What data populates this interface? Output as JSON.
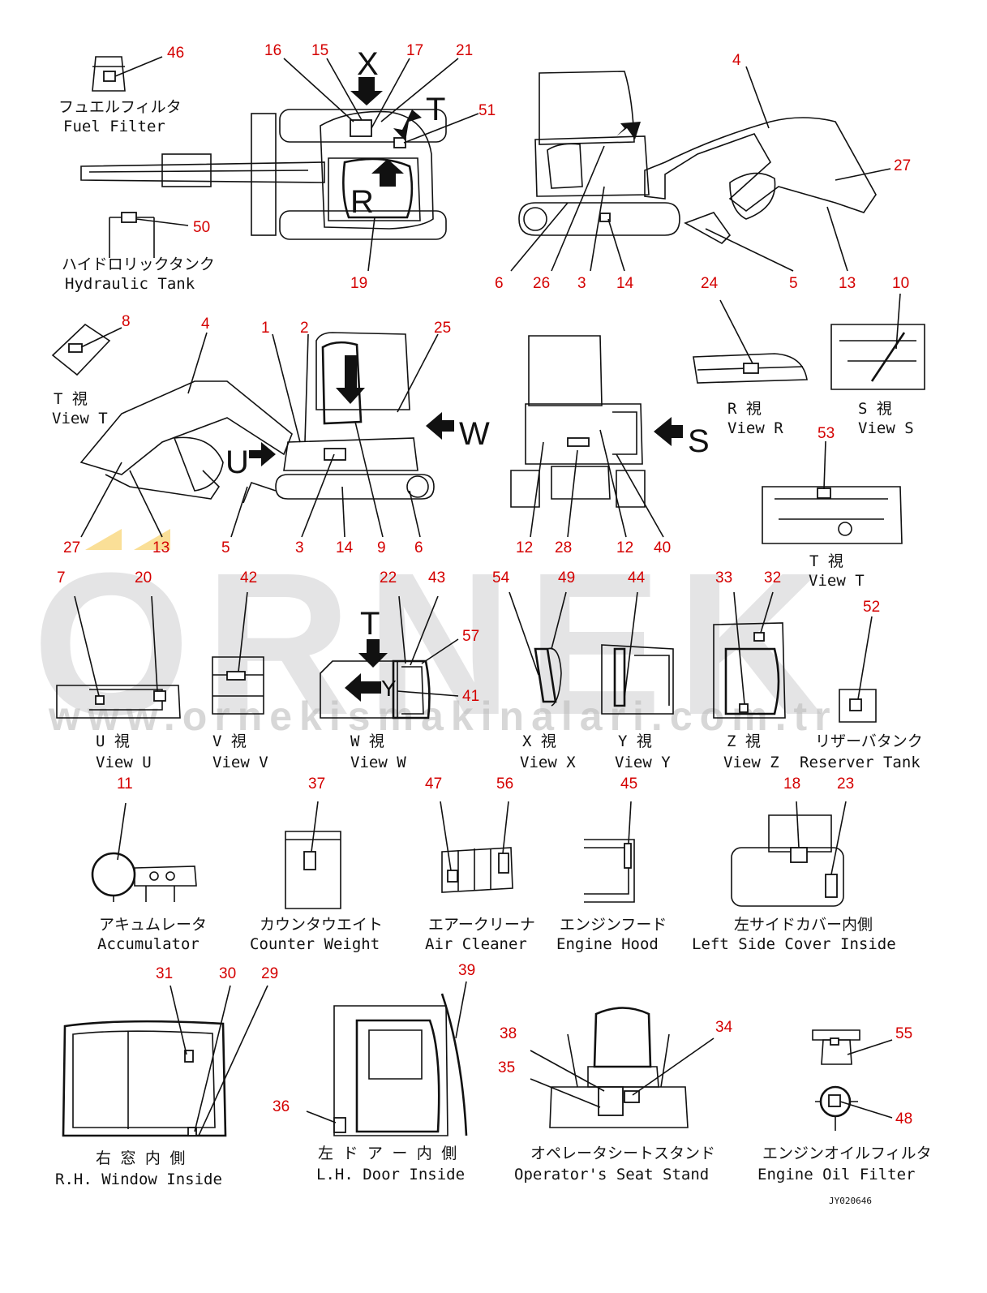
{
  "watermark": {
    "logo": "ORNEK",
    "url": "www.ornekismakinalari.com.tr"
  },
  "drawing_code": "JY020646",
  "big_letters": {
    "X": "X",
    "T": "T",
    "R": "R",
    "W": "W",
    "S": "S",
    "U": "U",
    "Y": "Y"
  },
  "captions": {
    "fuel_filter_jp": "フュエルフィルタ",
    "fuel_filter_en": "Fuel Filter",
    "hydraulic_tank_jp": "ハイドロリックタンク",
    "hydraulic_tank_en": "Hydraulic Tank",
    "view_t1_jp": "T 視",
    "view_t1_en": "View T",
    "view_r_jp": "R 視",
    "view_r_en": "View R",
    "view_s_jp": "S 視",
    "view_s_en": "View S",
    "view_t2_jp": "T 視",
    "view_t2_en": "View T",
    "view_u_jp": "U 視",
    "view_u_en": "View U",
    "view_v_jp": "V 視",
    "view_v_en": "View V",
    "view_w_jp": "W 視",
    "view_w_en": "View W",
    "view_x_jp": "X 視",
    "view_x_en": "View X",
    "view_y_jp": "Y 視",
    "view_y_en": "View Y",
    "view_z_jp": "Z 視",
    "view_z_en": "View Z",
    "reserver_tank_jp": "リザーバタンク",
    "reserver_tank_en": "Reserver Tank",
    "accumulator_jp": "アキュムレータ",
    "accumulator_en": "Accumulator",
    "counter_weight_jp": "カウンタウエイト",
    "counter_weight_en": "Counter Weight",
    "air_cleaner_jp": "エアークリーナ",
    "air_cleaner_en": "Air Cleaner",
    "engine_hood_jp": "エンジンフード",
    "engine_hood_en": "Engine Hood",
    "left_side_cover_jp": "左サイドカバー内側",
    "left_side_cover_en": "Left Side Cover Inside",
    "rh_window_jp": "右 窓 内 側",
    "rh_window_en": "R.H. Window Inside",
    "lh_door_jp": "左 ド ア ー 内 側",
    "lh_door_en": "L.H. Door Inside",
    "seat_stand_jp": "オペレータシートスタンド",
    "seat_stand_en": "Operator's Seat Stand",
    "engine_oil_filter_jp": "エンジンオイルフィルタ",
    "engine_oil_filter_en": "Engine Oil Filter"
  },
  "callouts": {
    "c46": "46",
    "c16": "16",
    "c15": "15",
    "c17": "17",
    "c21": "21",
    "c51": "51",
    "c50": "50",
    "c19": "19",
    "c4a": "4",
    "c27a": "27",
    "c6a": "6",
    "c26": "26",
    "c3a": "3",
    "c14a": "14",
    "c5a": "5",
    "c13a": "13",
    "c24": "24",
    "c10": "10",
    "c8": "8",
    "c4b": "4",
    "c1": "1",
    "c2": "2",
    "c25": "25",
    "c27b": "27",
    "c13b": "13",
    "c5b": "5",
    "c3b": "3",
    "c14b": "14",
    "c9": "9",
    "c6b": "6",
    "c12a": "12",
    "c28": "28",
    "c12b": "12",
    "c40": "40",
    "c53": "53",
    "c7": "7",
    "c20": "20",
    "c42": "42",
    "c22": "22",
    "c43": "43",
    "c57": "57",
    "c41": "41",
    "c54": "54",
    "c49": "49",
    "c44": "44",
    "c33": "33",
    "c32": "32",
    "c52": "52",
    "c11": "11",
    "c37": "37",
    "c47": "47",
    "c56": "56",
    "c45": "45",
    "c18": "18",
    "c23": "23",
    "c31": "31",
    "c30": "30",
    "c29": "29",
    "c39": "39",
    "c36": "36",
    "c38": "38",
    "c34": "34",
    "c35": "35",
    "c55": "55",
    "c48": "48"
  }
}
